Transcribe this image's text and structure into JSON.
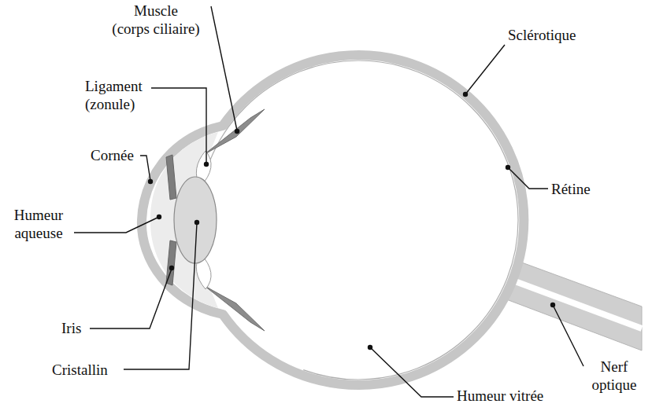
{
  "diagram": {
    "labels": [
      "Muscle (corps ciliaire)",
      "Ligament (zonule)",
      "Cornée",
      "Humeur aqueuse",
      "Iris",
      "Cristallin",
      "Sclérotique",
      "Rétine",
      "Nerf optique",
      "Humeur vitrée"
    ]
  }
}
